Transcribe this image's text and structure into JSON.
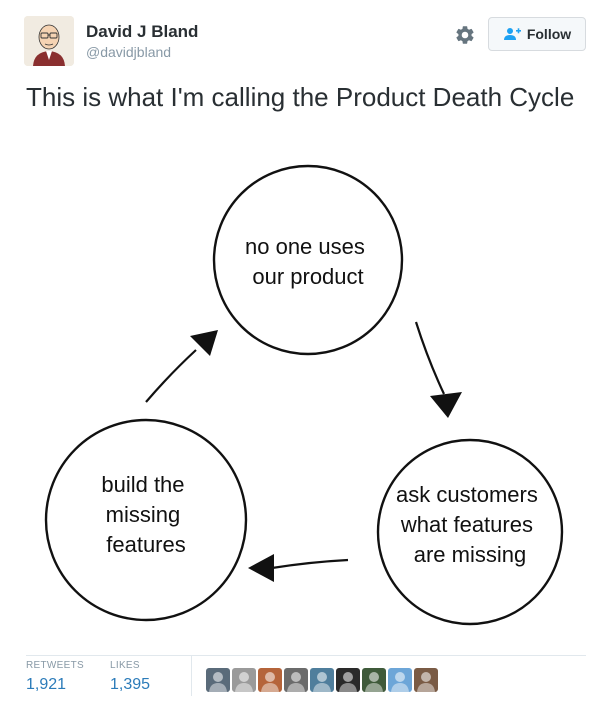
{
  "author": {
    "name": "David J Bland",
    "handle": "@davidjbland"
  },
  "actions": {
    "follow_label": "Follow"
  },
  "tweet": {
    "text": "This is what I'm calling the Product Death Cycle"
  },
  "diagram": {
    "nodes": [
      {
        "lines": [
          "no one uses",
          "our product"
        ]
      },
      {
        "lines": [
          "ask customers",
          "what features",
          "are missing"
        ]
      },
      {
        "lines": [
          "build the",
          "missing",
          "features"
        ]
      }
    ]
  },
  "stats": {
    "retweets_label": "RETWEETS",
    "retweets_value": "1,921",
    "likes_label": "LIKES",
    "likes_value": "1,395"
  },
  "likers": [
    {
      "color": "#5a6b7a"
    },
    {
      "color": "#9a9a9a"
    },
    {
      "color": "#b5643a"
    },
    {
      "color": "#6b6b6b"
    },
    {
      "color": "#4f7e9c"
    },
    {
      "color": "#2a2a2a"
    },
    {
      "color": "#3f5a3a"
    },
    {
      "color": "#6da6d8"
    },
    {
      "color": "#7a5b45"
    }
  ]
}
